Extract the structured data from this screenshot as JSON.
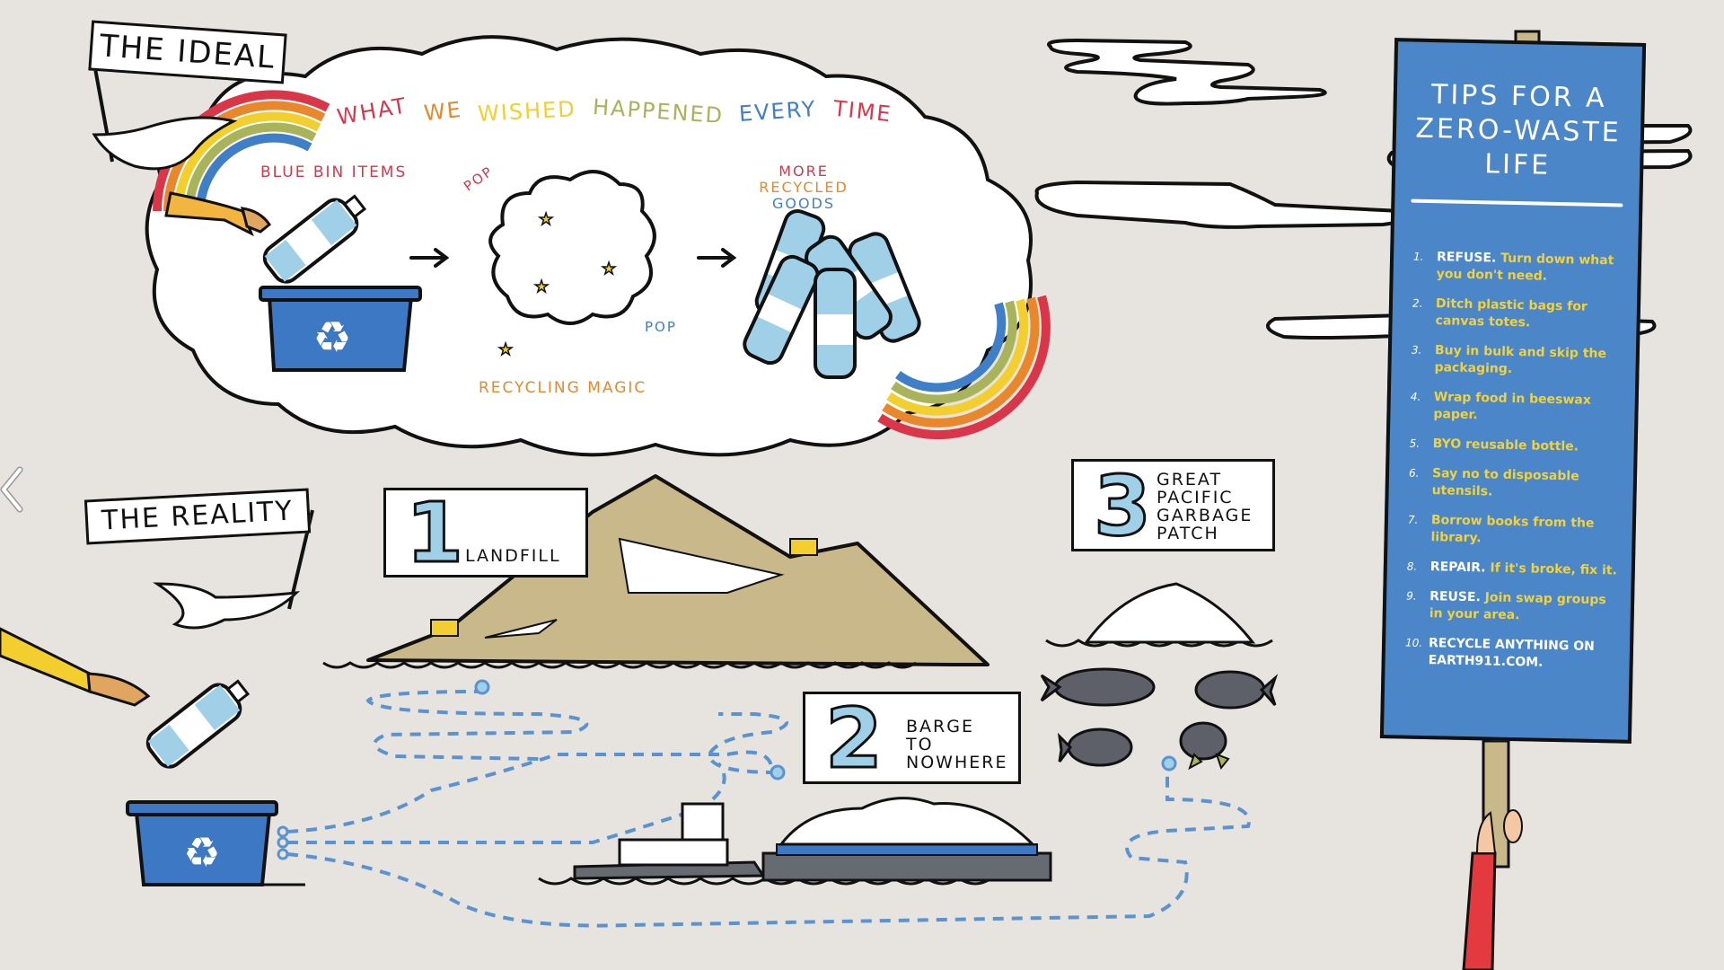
{
  "ideal": {
    "banner": "THE IDEAL",
    "headline_words": [
      {
        "text": "WHAT",
        "color": "#d9364a"
      },
      {
        "text": "WE",
        "color": "#e8872c"
      },
      {
        "text": "WISHED",
        "color": "#f2cf2f"
      },
      {
        "text": "HAPPENED",
        "color": "#a9b45a"
      },
      {
        "text": "EVERY",
        "color": "#3f7fc8"
      },
      {
        "text": "TIME",
        "color": "#d9364a"
      }
    ],
    "step1_label": "BLUE BIN ITEMS",
    "step2_label": "RECYCLING MAGIC",
    "step3_label_lines": [
      "MORE",
      "RECYCLED",
      "GOODS"
    ],
    "pop_1": "POP",
    "pop_2": "POP"
  },
  "reality": {
    "banner": "THE REALITY",
    "destinations": [
      {
        "number": "1",
        "label": "LANDFILL"
      },
      {
        "number": "2",
        "label_lines": [
          "BARGE",
          "TO",
          "NOWHERE"
        ]
      },
      {
        "number": "3",
        "label_lines": [
          "GREAT",
          "PACIFIC",
          "GARBAGE",
          "PATCH"
        ]
      }
    ]
  },
  "sign": {
    "title_lines": [
      "TIPS FOR A",
      "ZERO-WASTE",
      "LIFE"
    ],
    "tips": [
      {
        "num": "1.",
        "lead": "REFUSE.",
        "text": " Turn down what you don't need."
      },
      {
        "num": "2.",
        "lead": "",
        "text": "Ditch plastic bags for canvas totes."
      },
      {
        "num": "3.",
        "lead": "",
        "text": "Buy in bulk and skip the packaging."
      },
      {
        "num": "4.",
        "lead": "",
        "text": "Wrap food in beeswax paper."
      },
      {
        "num": "5.",
        "lead": "BYO",
        "text": " reusable bottle."
      },
      {
        "num": "6.",
        "lead": "",
        "text": "Say no to disposable utensils."
      },
      {
        "num": "7.",
        "lead": "",
        "text": "Borrow books from the library."
      },
      {
        "num": "8.",
        "lead": "REPAIR.",
        "text": " If it's broke, fix it."
      },
      {
        "num": "9.",
        "lead": "REUSE.",
        "text": " Join swap groups in your area."
      },
      {
        "num": "10.",
        "lead": "RECYCLE ANYTHING ON EARTH911.COM.",
        "text": ""
      }
    ]
  },
  "icons": {
    "prev": "chevron-left-icon",
    "recycle": "recycle-icon"
  },
  "colors": {
    "background": "#e7e4df",
    "sign_blue": "#4a86c8",
    "tip_yellow": "#f2d23c",
    "bin_blue": "#3d78c4",
    "water_blue": "#9fd0e8",
    "landfill_tan": "#c8b88a",
    "sleeve_red": "#e23a3e",
    "dash_blue": "#5b93d1"
  }
}
